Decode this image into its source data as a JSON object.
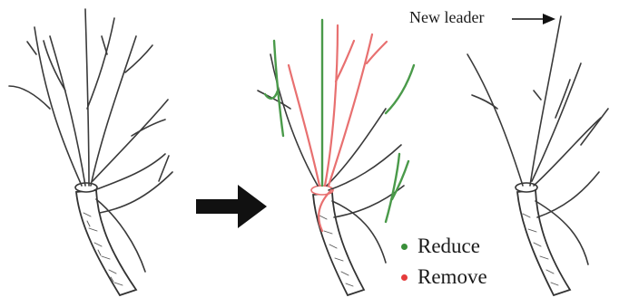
{
  "annotation": {
    "new_leader": "New leader"
  },
  "legend": {
    "reduce": {
      "label": "Reduce",
      "color": "#3a8f3a"
    },
    "remove": {
      "label": "Remove",
      "color": "#e53b3b"
    }
  },
  "colors": {
    "branch": "#3a3a3a",
    "reduce_branch": "#4a9a4a",
    "remove_branch": "#e87070",
    "arrow": "#111111"
  }
}
